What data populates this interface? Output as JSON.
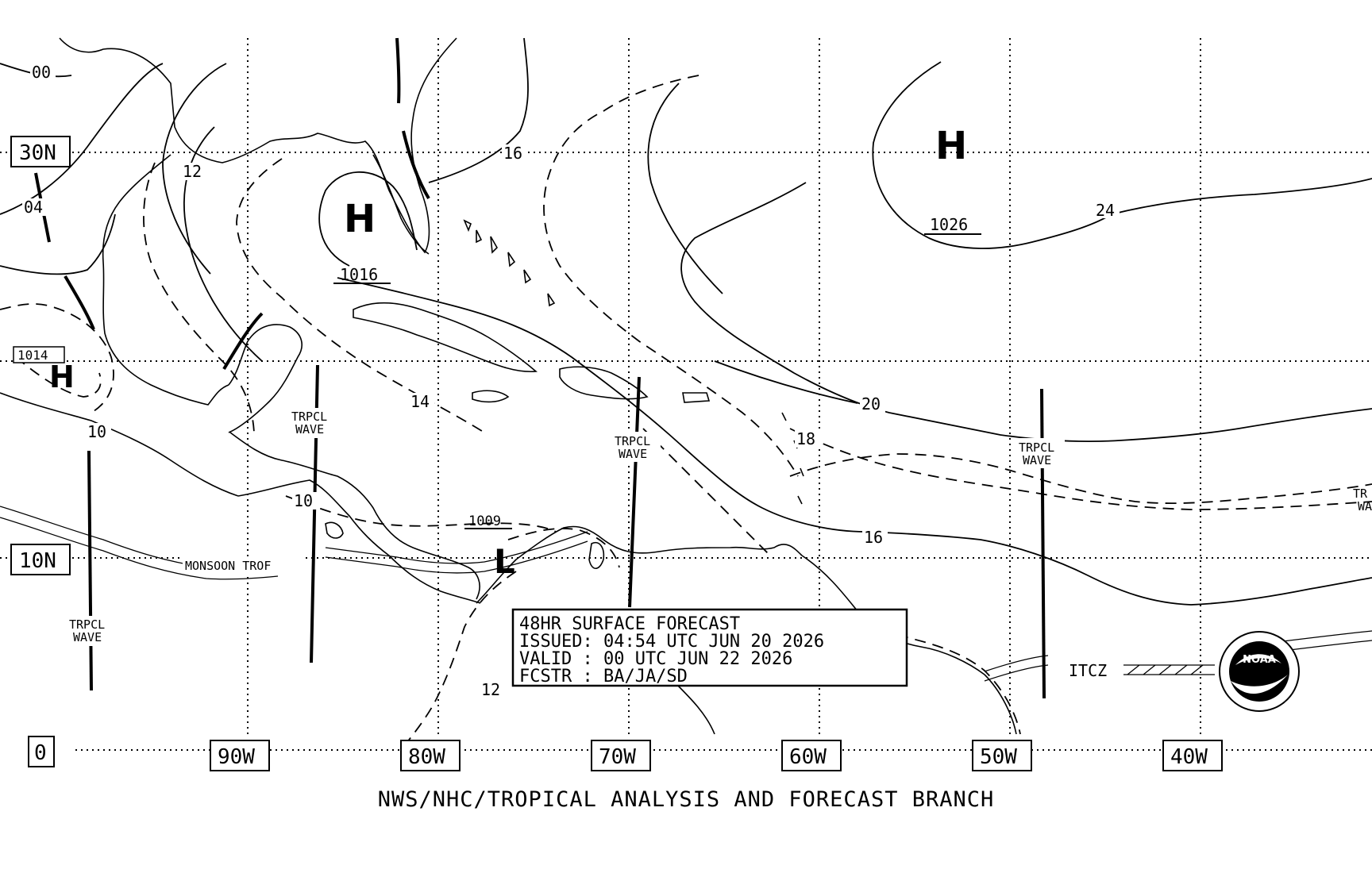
{
  "grid_labels": {
    "lat": [
      "30N",
      "10N",
      "0"
    ],
    "lon": [
      "90W",
      "80W",
      "70W",
      "60W",
      "50W",
      "40W"
    ]
  },
  "isobar_labels": [
    "00",
    "04",
    "12",
    "16",
    "24",
    "14",
    "10",
    "20",
    "18",
    "16",
    "10",
    "12"
  ],
  "pressure_centers": [
    {
      "type": "H",
      "value": "1016"
    },
    {
      "type": "H",
      "value": "1026"
    },
    {
      "type": "H",
      "value": "1014"
    },
    {
      "type": "L",
      "value": "1009"
    }
  ],
  "features": {
    "tropical_wave": [
      "TRPCL",
      "WAVE"
    ],
    "tropical_wave_cut": [
      "TR",
      "WA"
    ],
    "monsoon_trough": "MONSOON TROF",
    "itcz": "ITCZ"
  },
  "forecast": {
    "title": "48HR SURFACE FORECAST",
    "issued": "ISSUED: 04:54 UTC JUN 20 2026",
    "valid": "VALID : 00 UTC JUN 22 2026",
    "forecaster": "FCSTR : BA/JA/SD"
  },
  "logo_text": "NOAA",
  "footer": "NWS/NHC/TROPICAL ANALYSIS AND FORECAST BRANCH"
}
